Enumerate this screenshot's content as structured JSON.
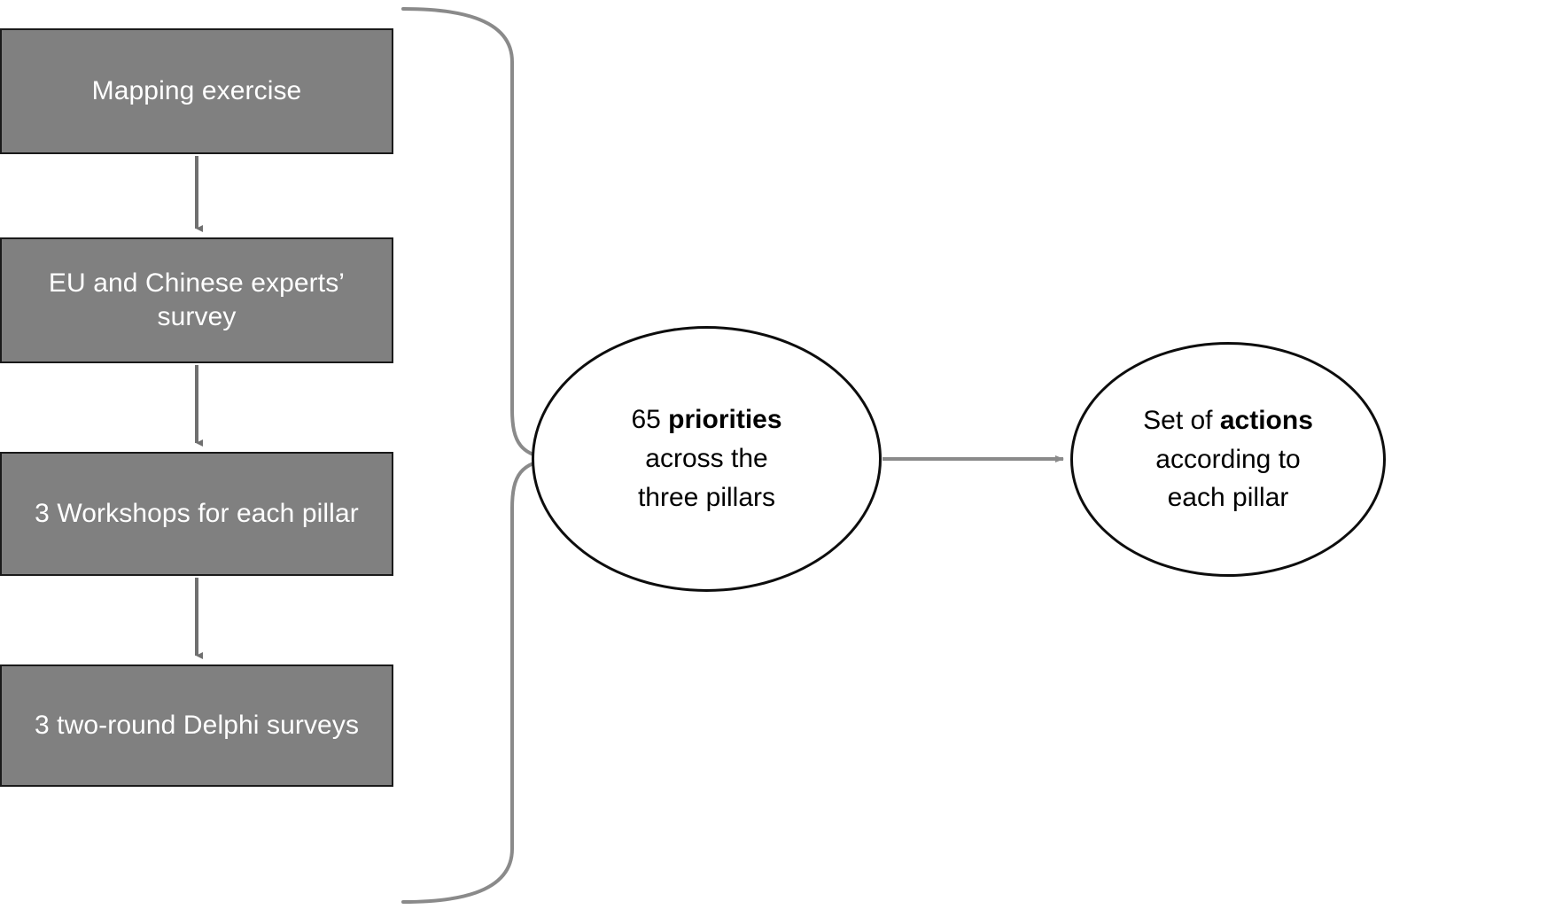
{
  "diagram": {
    "type": "flow-diagram",
    "background_color": "#ffffff",
    "box_fill_color": "#808080",
    "box_border_color": "#1a1a1a",
    "box_text_color": "#ffffff",
    "ellipse_border_color": "#0d0d0d",
    "ellipse_text_color": "#000000",
    "connector_color": "#808080",
    "brace_color": "#7f7f7f",
    "process_boxes": [
      {
        "id": "mapping",
        "label": "Mapping exercise"
      },
      {
        "id": "survey",
        "label": "EU and Chinese experts’ survey"
      },
      {
        "id": "workshops",
        "label": "3 Workshops for each pillar"
      },
      {
        "id": "delphi",
        "label": "3 two-round Delphi surveys"
      }
    ],
    "outcomes": [
      {
        "id": "priorities",
        "line1_plain": "65 ",
        "line1_bold": "priorities",
        "line2": "across the",
        "line3": "three pillars",
        "full_text": "65 priorities across the three pillars"
      },
      {
        "id": "actions",
        "line1_plain": "Set of ",
        "line1_bold": "actions",
        "line2": "according to",
        "line3": "each pillar",
        "full_text": "Set of actions according to each pillar"
      }
    ],
    "connectors": [
      {
        "id": "mapping-to-survey",
        "from": "mapping",
        "to": "survey",
        "kind": "arrow-down"
      },
      {
        "id": "survey-to-workshops",
        "from": "survey",
        "to": "workshops",
        "kind": "arrow-down"
      },
      {
        "id": "workshops-to-delphi",
        "from": "workshops",
        "to": "delphi",
        "kind": "arrow-down"
      },
      {
        "id": "boxes-to-priorities",
        "from": "all-boxes",
        "to": "priorities",
        "kind": "curly-brace"
      },
      {
        "id": "priorities-to-actions",
        "from": "priorities",
        "to": "actions",
        "kind": "arrow-right"
      }
    ]
  }
}
